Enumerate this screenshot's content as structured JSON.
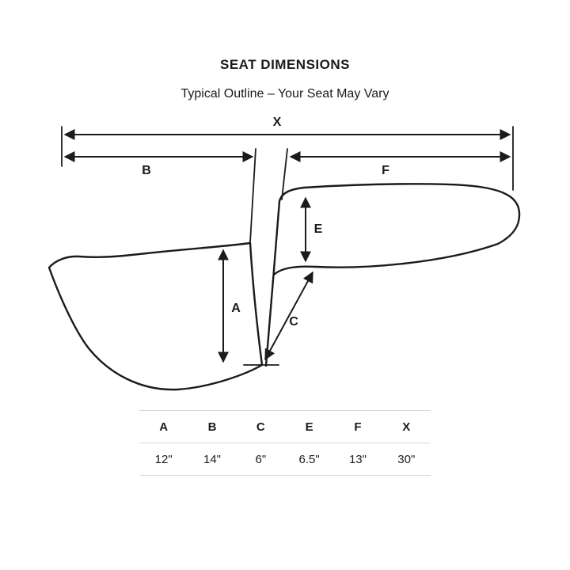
{
  "title": "SEAT DIMENSIONS",
  "subtitle": "Typical Outline – Your Seat May Vary",
  "diagram": {
    "labels": {
      "X": "X",
      "B": "B",
      "F": "F",
      "E": "E",
      "A": "A",
      "C": "C"
    }
  },
  "table": {
    "headers": [
      "A",
      "B",
      "C",
      "E",
      "F",
      "X"
    ],
    "values": [
      "12\"",
      "14\"",
      "6\"",
      "6.5\"",
      "13\"",
      "30\""
    ]
  },
  "colors": {
    "line": "#1b1b1b",
    "table_border": "#d9d9d9",
    "background": "#ffffff"
  }
}
